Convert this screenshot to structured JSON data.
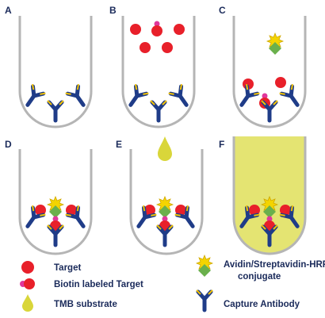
{
  "panels": [
    {
      "letter": "A"
    },
    {
      "letter": "B"
    },
    {
      "letter": "C"
    },
    {
      "letter": "D"
    },
    {
      "letter": "E"
    },
    {
      "letter": "F"
    }
  ],
  "legend": {
    "target": "Target",
    "biotin_target": "Biotin labeled Target",
    "tmb": "TMB substrate",
    "avidin_line1": "Avidin/Streptavidin-HRP",
    "avidin_line2": "conjugate",
    "capture_antibody": "Capture Antibody"
  },
  "colors": {
    "well": "#b5b5b5",
    "antibody": "#1f3c88",
    "antibody_tip": "#f2c200",
    "target": "#e8202a",
    "biotin": "#e0369b",
    "hrp": "#6ab04c",
    "star": "#f4d400",
    "tmb": "#e4e472",
    "tmb_drop": "#d9d63a",
    "text": "#1a2a5a"
  }
}
